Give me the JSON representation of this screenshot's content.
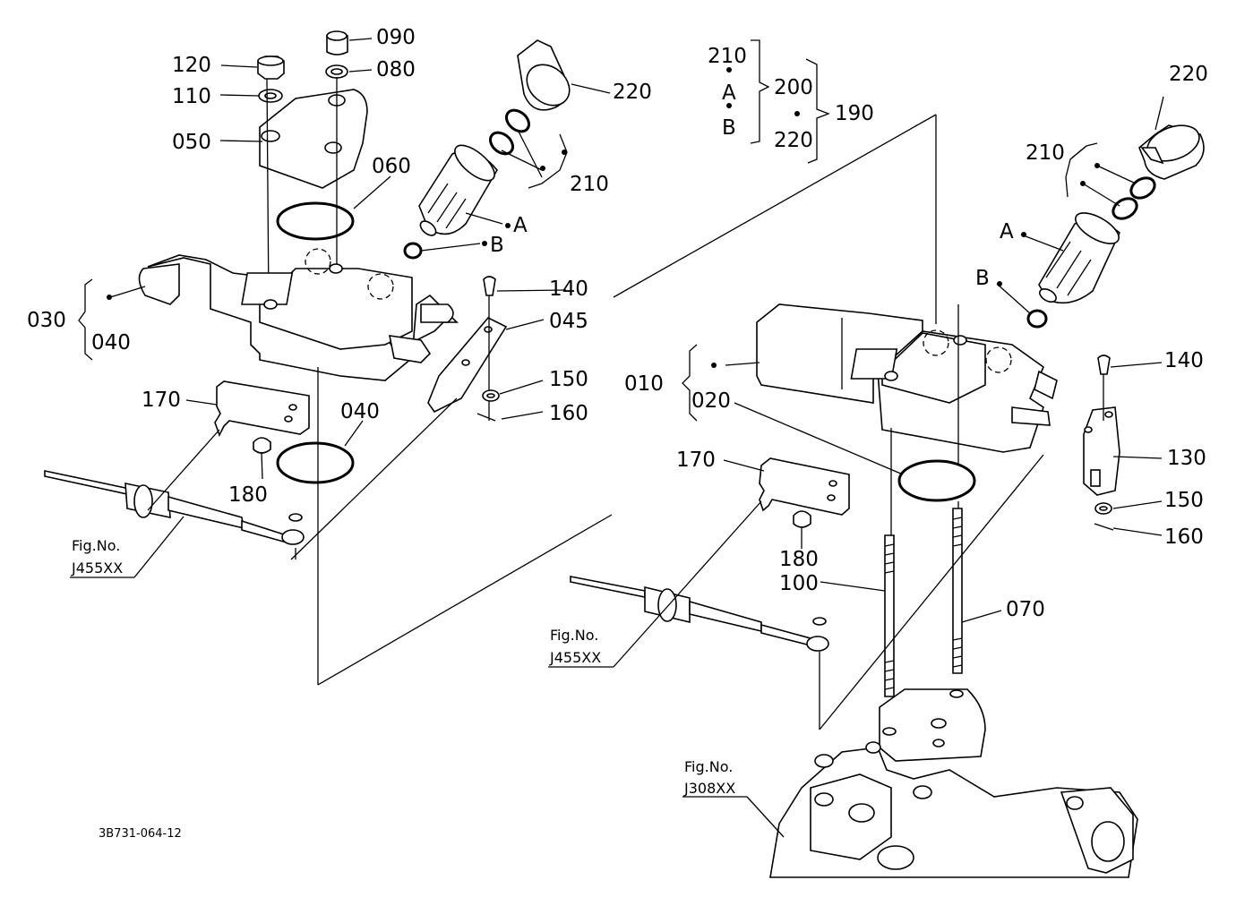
{
  "labels": {
    "p120": "120",
    "p110": "110",
    "p050": "050",
    "p090": "090",
    "p080": "080",
    "p060": "060",
    "p220L": "220",
    "p210L": "210",
    "pAL": "A",
    "pBL": "B",
    "p030": "030",
    "p040a": "040",
    "p140L": "140",
    "p045": "045",
    "p150L": "150",
    "p160L": "160",
    "p170L": "170",
    "p040b": "040",
    "p180L": "180",
    "figL1": "Fig.No.",
    "figL2": "J455XX",
    "g210": "210",
    "gA": "A",
    "gB": "B",
    "g200": "200",
    "g190": "190",
    "g220": "220",
    "p220R": "220",
    "p210R": "210",
    "pAR": "A",
    "pBR": "B",
    "p010": "010",
    "p020": "020",
    "p140R": "140",
    "p130": "130",
    "p150R": "150",
    "p160R": "160",
    "p170R": "170",
    "p180R": "180",
    "p100": "100",
    "p070": "070",
    "figR1": "Fig.No.",
    "figR2": "J455XX",
    "figB1": "Fig.No.",
    "figB2": "J308XX",
    "code": "3B731-064-12"
  }
}
